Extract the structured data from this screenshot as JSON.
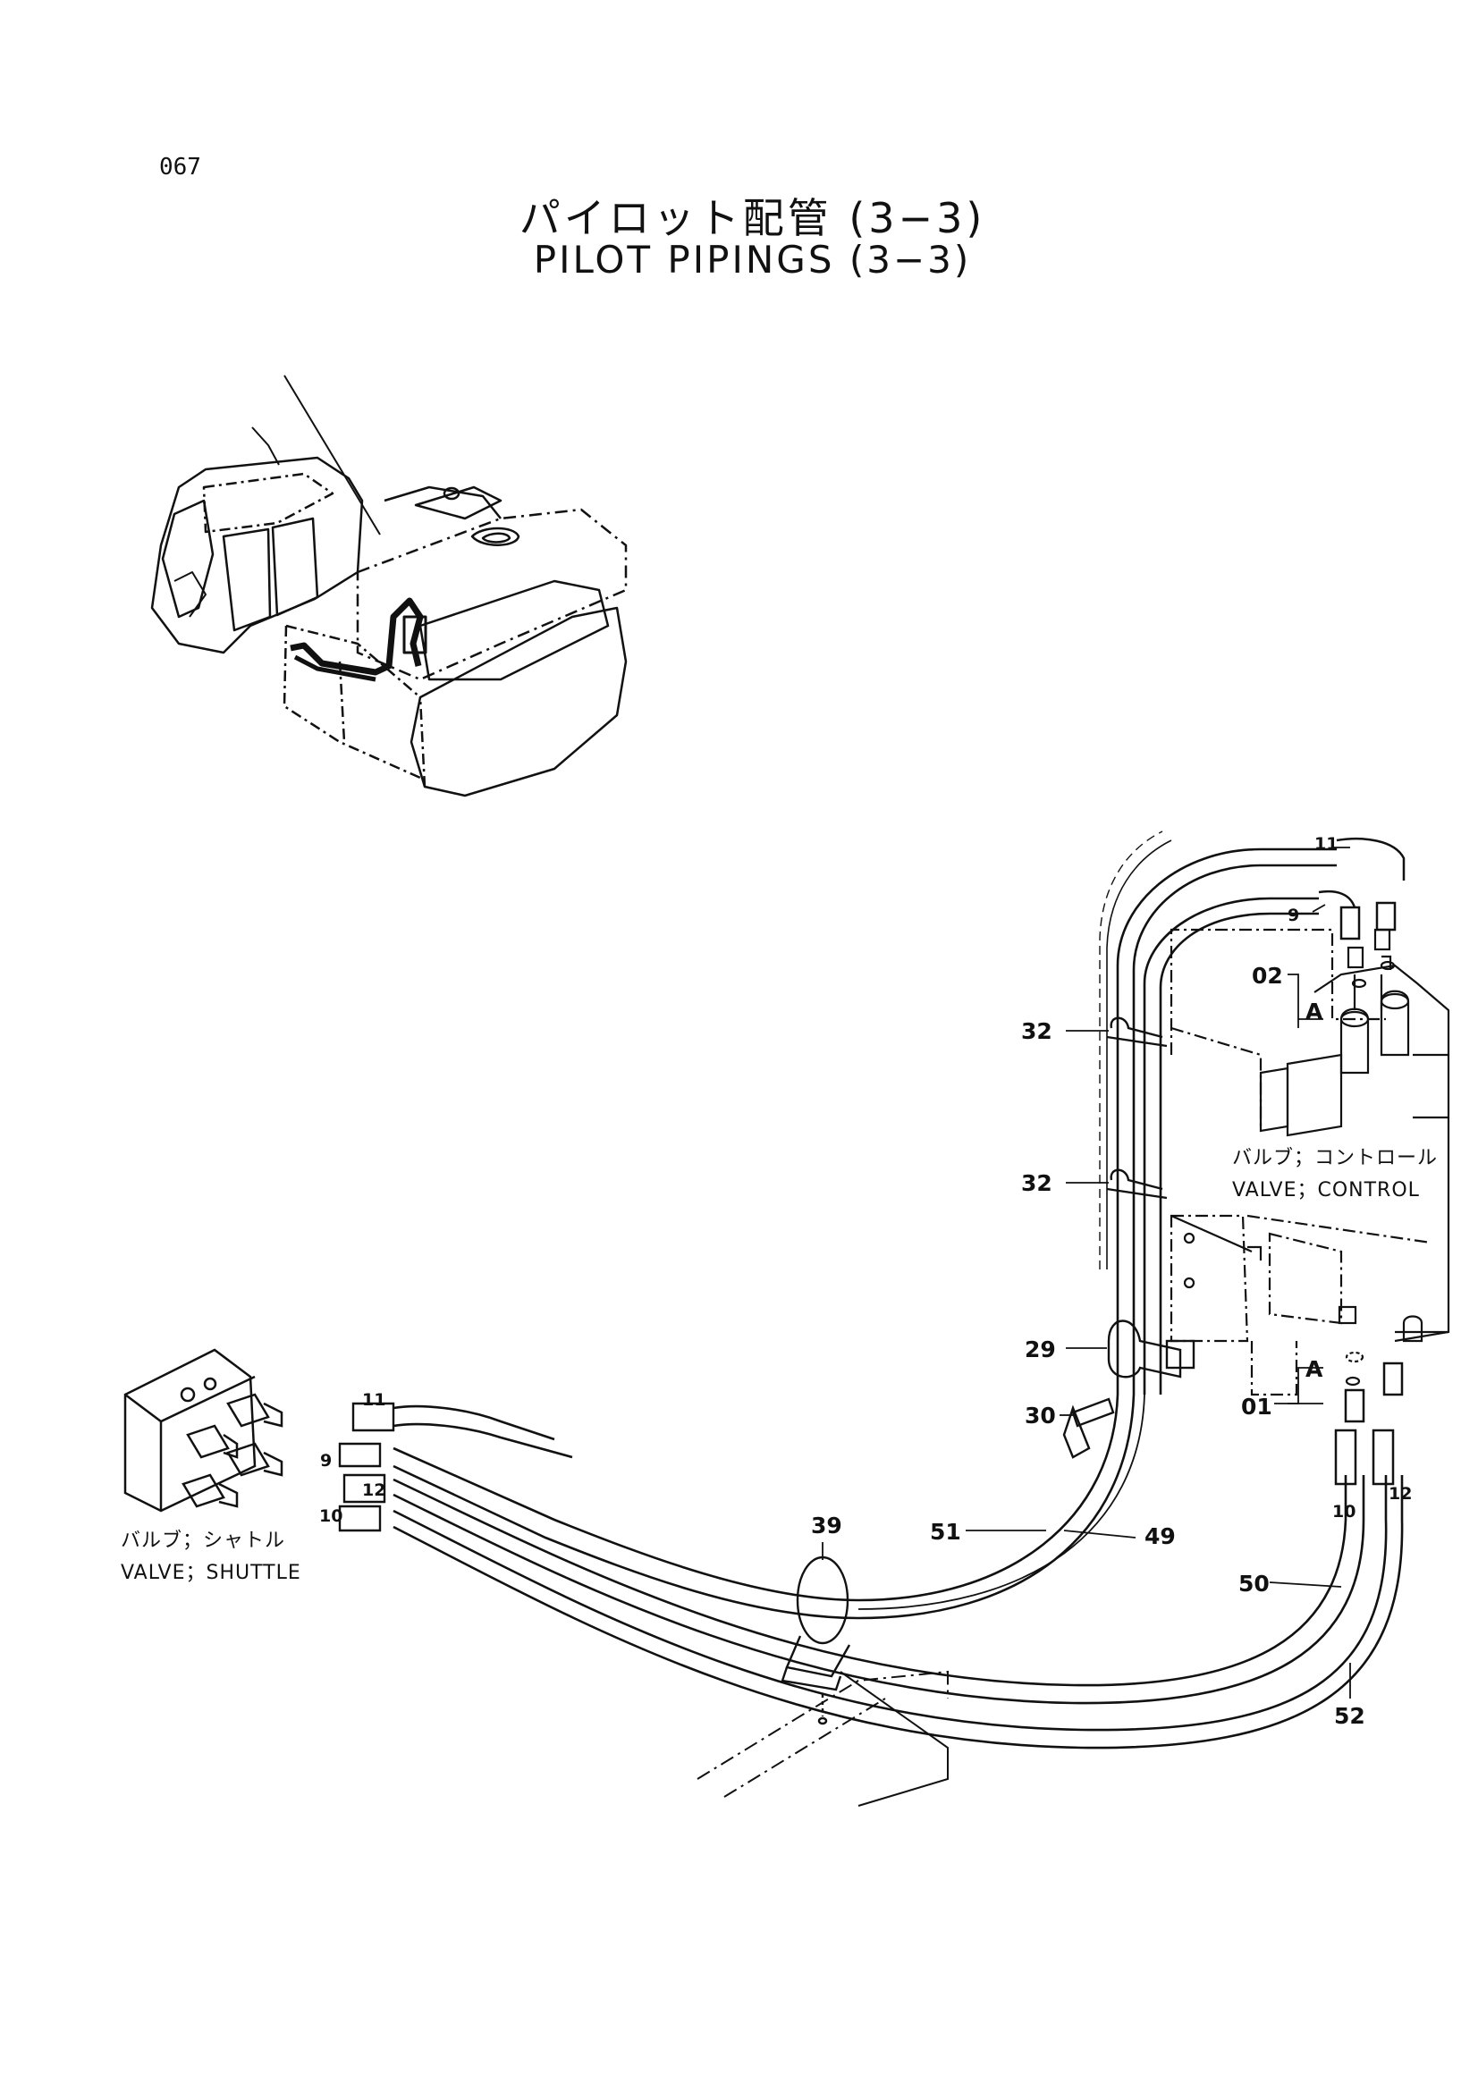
{
  "page_number": "067",
  "title_jp": "パイロット配管 (3−3)",
  "title_en": "PILOT PIPINGS (3−3)",
  "components": {
    "control_valve": {
      "jp": "バルブ；コントロール",
      "en": "VALVE；CONTROL"
    },
    "shuttle_valve": {
      "jp": "バルブ；シャトル",
      "en": "VALVE；SHUTTLE"
    }
  },
  "callouts": {
    "hose_11_top": "11",
    "hose_9_top": "9",
    "fitting_02": "02",
    "fitting_01": "01",
    "detail_a_top": "A",
    "detail_a_bottom": "A",
    "clamp_32_a": "32",
    "clamp_32_b": "32",
    "clamp_29": "29",
    "bolt_30": "30",
    "clamp_39": "39",
    "hose_51": "51",
    "hose_49": "49",
    "hose_50": "50",
    "hose_52": "52",
    "hose_10_right": "10",
    "hose_12_right": "12",
    "hose_11_left": "11",
    "hose_9_left": "9",
    "hose_12_left": "12",
    "hose_10_left": "10"
  }
}
